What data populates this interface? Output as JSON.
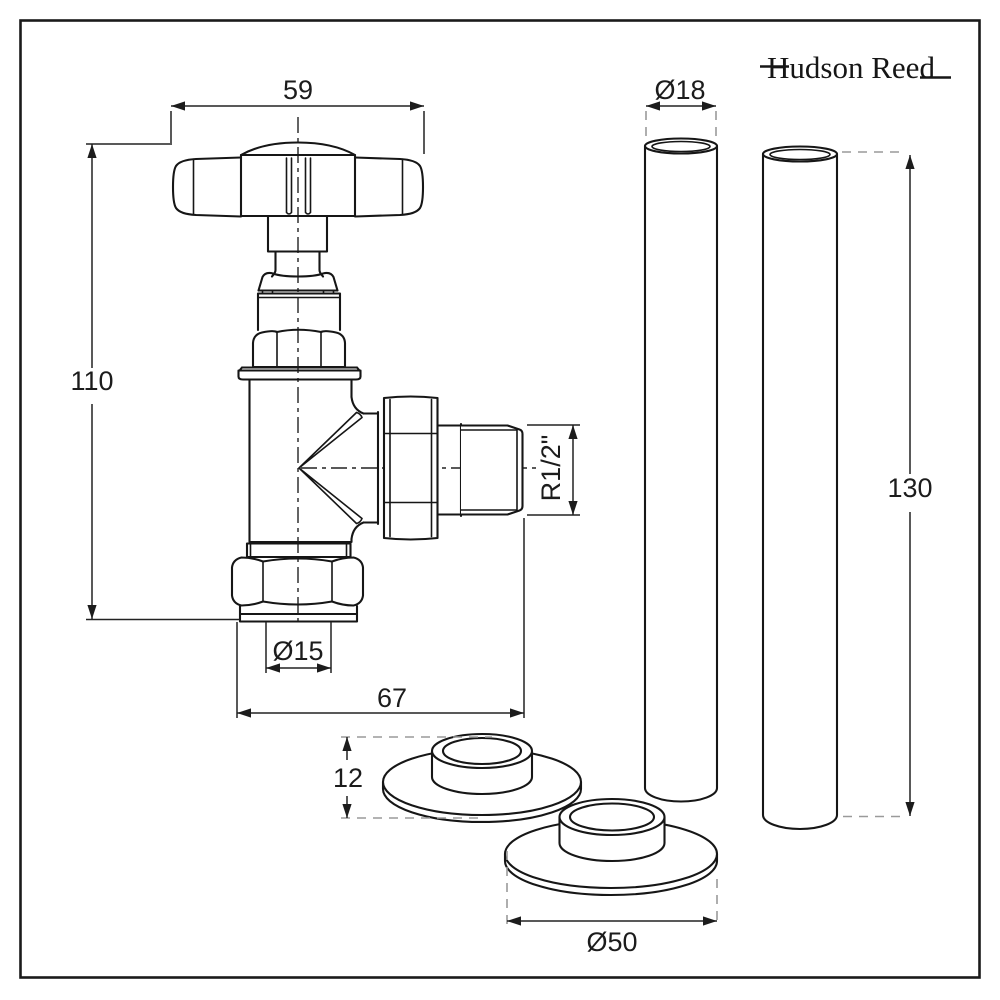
{
  "brand": {
    "name": "Hudson Reed"
  },
  "dimensions": {
    "handle_width": "59",
    "overall_height": "110",
    "tail_diameter": "Ø15",
    "projection": "67",
    "collar_height": "12",
    "collar_diameter": "Ø50",
    "pipe_diameter": "Ø18",
    "pipe_length": "130",
    "outlet_thread": "R1/2\""
  }
}
